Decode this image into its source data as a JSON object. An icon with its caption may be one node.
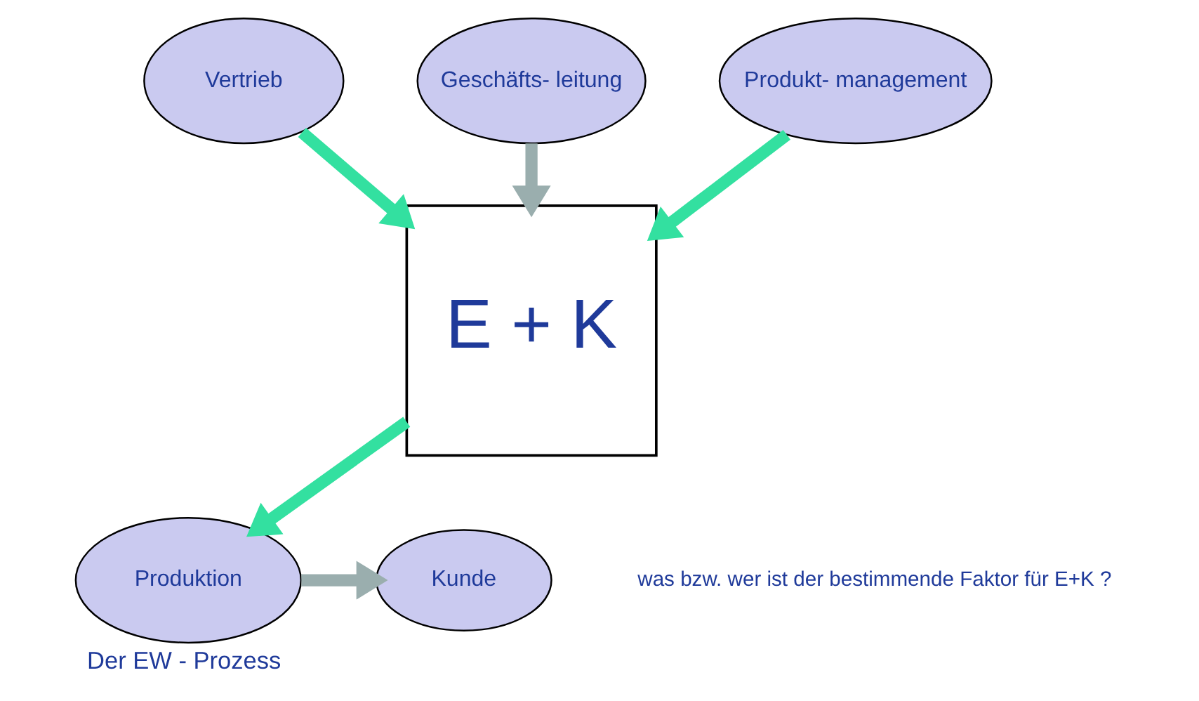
{
  "diagram": {
    "caption": "Der EW - Prozess",
    "nodes": [
      {
        "text": [
          "Vertrieb"
        ]
      },
      {
        "text": [
          "Geschäfts- leitung"
        ]
      },
      {
        "text": [
          "Produkt- management"
        ]
      },
      {
        "text": [
          "E + K"
        ]
      },
      {
        "text": [
          "Produktion"
        ]
      },
      {
        "text": [
          "Kunde"
        ]
      }
    ],
    "edges": [
      {
        "from": 0,
        "to": 3,
        "arrow": "to"
      },
      {
        "from": 1,
        "to": 3,
        "arrow": "to",
        "color": "#9aaeae"
      },
      {
        "from": 2,
        "to": 3,
        "arrow": "to"
      },
      {
        "from": 3,
        "to": 4,
        "arrow": "to"
      },
      {
        "from": 4,
        "to": 5,
        "arrow": "to",
        "color": "#9aaeae"
      }
    ],
    "labels": [
      "was bzw. wer ist der bestimmende Faktor für E+K ?"
    ]
  }
}
